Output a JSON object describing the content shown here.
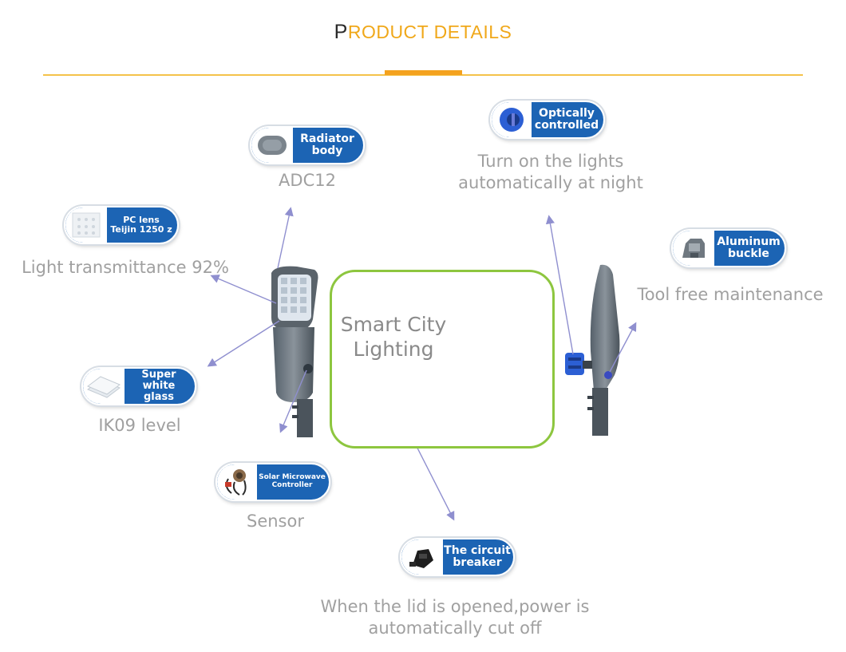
{
  "header": {
    "title_first": "P",
    "title_rest": "RODUCT DETAILS"
  },
  "center": {
    "label": "Smart City\nLighting"
  },
  "features": {
    "radiator": {
      "label": "Radiator\nbody",
      "caption": "ADC12"
    },
    "optical": {
      "label": "Optically\ncontrolled",
      "caption": "Turn on the lights\nautomatically at night"
    },
    "pc_lens": {
      "label": "PC lens\nTeijin 1250 z",
      "caption": "Light transmittance 92%"
    },
    "aluminum": {
      "label": "Aluminum\nbuckle",
      "caption": "Tool free maintenance"
    },
    "glass": {
      "label": "Super white\nglass",
      "caption": "IK09 level"
    },
    "sensor": {
      "label": "Solar Microwave\nController",
      "caption": "Sensor"
    },
    "breaker": {
      "label": "The circuit\nbreaker",
      "caption": "When the lid is opened,power is\nautomatically cut off"
    }
  },
  "colors": {
    "accent": "#f0a81a",
    "pill_blue": "#1c64b4",
    "frame_green": "#8dc63f",
    "arrow": "#8f8fcf"
  }
}
